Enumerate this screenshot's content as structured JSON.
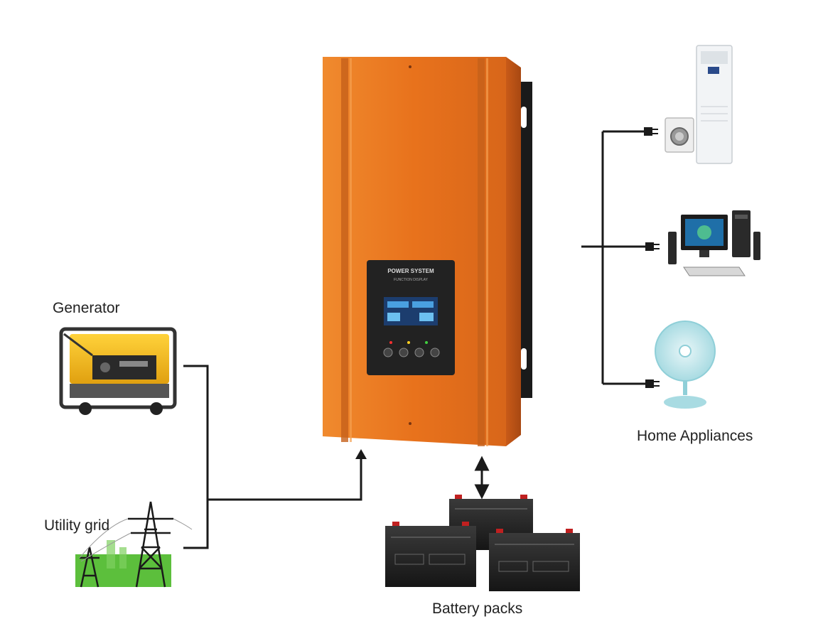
{
  "labels": {
    "generator": "Generator",
    "utility_grid": "Utility grid",
    "home_appliances": "Home Appliances",
    "battery_packs": "Battery packs"
  },
  "device": {
    "brand_text": "POWER SYSTEM",
    "sub_text": "FUNCTION DISPLAY"
  },
  "colors": {
    "inverter_body": "#e8721c",
    "inverter_dark": "#b9541a",
    "wire": "#1a1a1a",
    "panel": "#222222",
    "grass": "#5cbf3c"
  }
}
